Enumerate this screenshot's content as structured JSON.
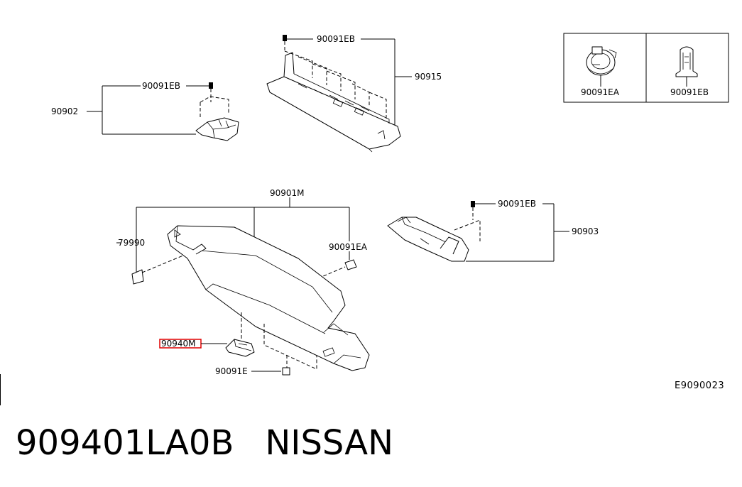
{
  "diagram": {
    "reference_code": "E9090023",
    "callouts": {
      "top_clip_label": "90091EB",
      "top_trim_label": "90915",
      "left_clip_label": "90091EB",
      "left_bracket_label": "90902",
      "main_finisher_label": "90901M",
      "left_clip_79990": "79990",
      "main_clip_ea": "90091EA",
      "right_clip_label": "90091EB",
      "right_bracket_label": "90903",
      "highlighted_part_label": "90940M",
      "bottom_clip_label": "90091E"
    },
    "legend": {
      "left_item_label": "90091EA",
      "right_item_label": "90091EB"
    }
  },
  "footer": {
    "part_number": "909401LA0B",
    "brand": "NISSAN"
  },
  "colors": {
    "highlight": "#e00000",
    "line": "#000000"
  }
}
